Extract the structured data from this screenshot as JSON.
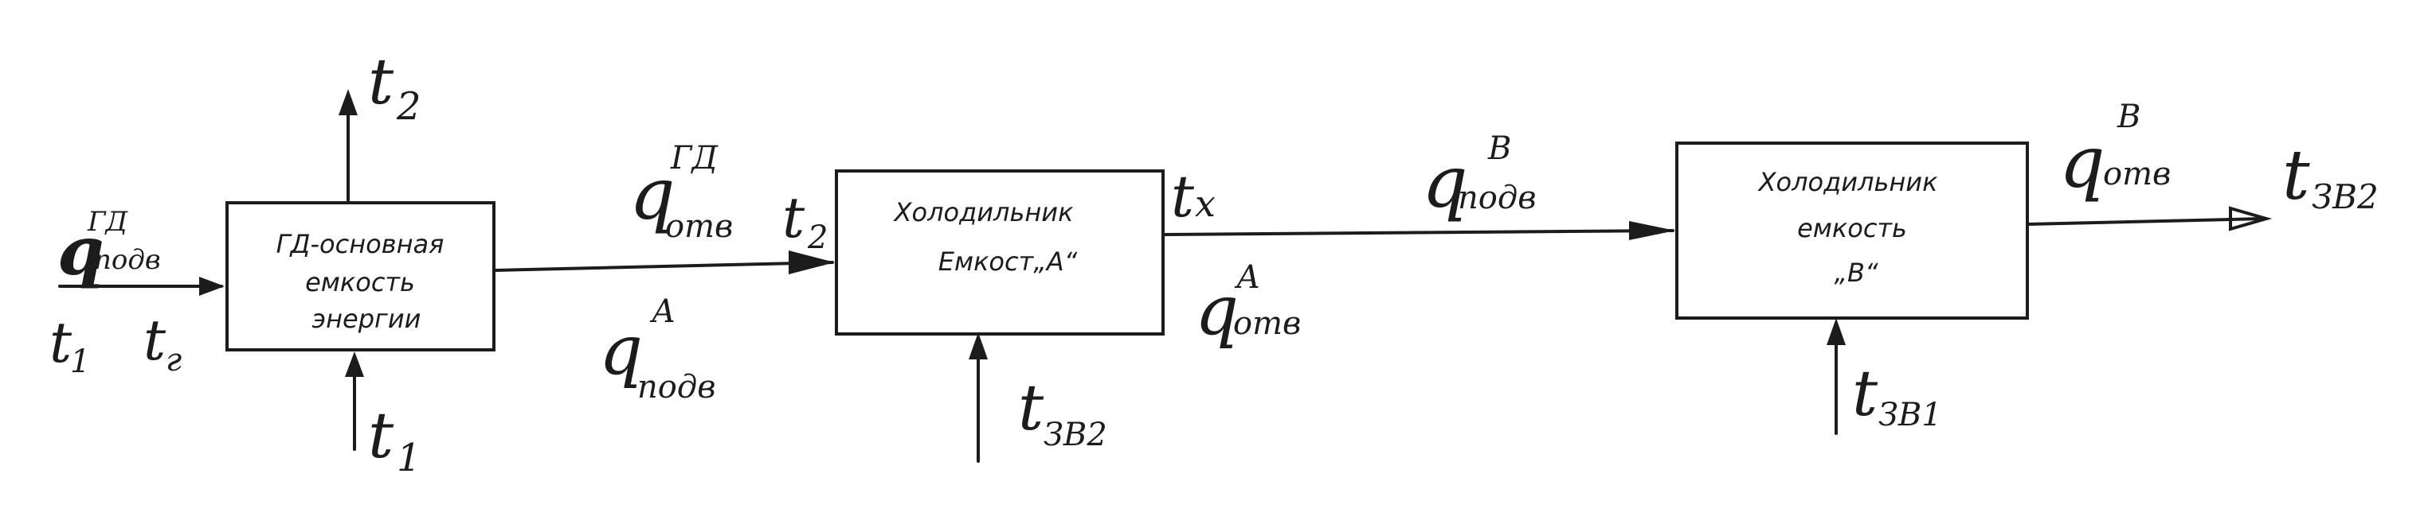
{
  "blocks": {
    "main": {
      "line1": "ГД-основная",
      "line2": "емкость",
      "line3": "энергии"
    },
    "cooler_a": {
      "line1": "Холодильник",
      "line2": "Емкост„А“"
    },
    "cooler_b": {
      "line1": "Холодильник",
      "line2": "емкость",
      "line3": "„В“"
    }
  },
  "labels": {
    "q_in_gd": {
      "base": "q",
      "sup": "ГД",
      "sub": "подв"
    },
    "t1_left": {
      "base": "t",
      "sub": "1"
    },
    "tg": {
      "base": "t",
      "sub": "г"
    },
    "t2_top": {
      "base": "t",
      "sub": "2"
    },
    "t1_bottom": {
      "base": "t",
      "sub": "1"
    },
    "q_out_gd": {
      "base": "q",
      "sup": "ГД",
      "sub": "отв"
    },
    "q_in_a": {
      "base": "q",
      "sup": "А",
      "sub": "подв"
    },
    "t2_mid": {
      "base": "t",
      "sub": "2"
    },
    "tx": {
      "base": "t",
      "sub": "х"
    },
    "q_out_a": {
      "base": "q",
      "sup": "А",
      "sub": "отв"
    },
    "t_zv2_a": {
      "base": "t",
      "sub": "ЗВ2"
    },
    "q_in_b": {
      "base": "q",
      "sup": "В",
      "sub": "подв"
    },
    "q_out_b": {
      "base": "q",
      "sup": "В",
      "sub": "отв"
    },
    "t_zv1": {
      "base": "t",
      "sub": "ЗВ1"
    },
    "t_zv2_out": {
      "base": "t",
      "sub": "ЗВ2"
    }
  }
}
